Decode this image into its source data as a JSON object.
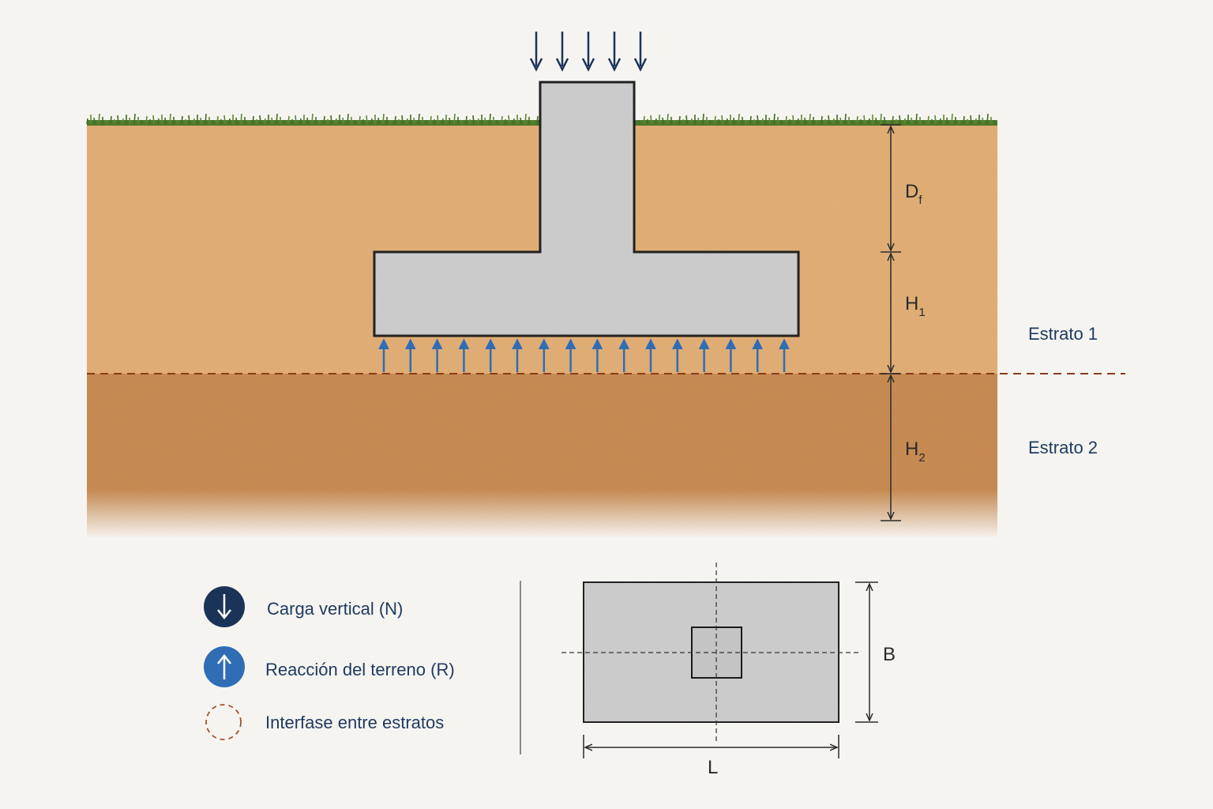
{
  "dimensions": {
    "df": {
      "main": "D",
      "sub": "f"
    },
    "h1": {
      "main": "H",
      "sub": "1"
    },
    "h2": {
      "main": "H",
      "sub": "2"
    },
    "b": "B",
    "l": "L"
  },
  "strata": {
    "stratum1": "Estrato 1",
    "stratum2": "Estrato 2"
  },
  "legend": {
    "load": "Carga vertical (N)",
    "reaction": "Reacción del terreno (R)",
    "interface": "Interfase entre estratos"
  },
  "colors": {
    "load_arrow": "#1b3358",
    "reaction_arrow": "#2f6db5",
    "interface_line": "#8a3c1c",
    "stratum1_soil": "#e8b47c",
    "stratum2_soil": "#c98a52",
    "concrete": "#cfcfcf",
    "grass": "#4f7a2a"
  },
  "icons": {
    "load": "arrow-down-icon",
    "reaction": "arrow-up-icon",
    "interface": "dashed-circle-icon"
  }
}
